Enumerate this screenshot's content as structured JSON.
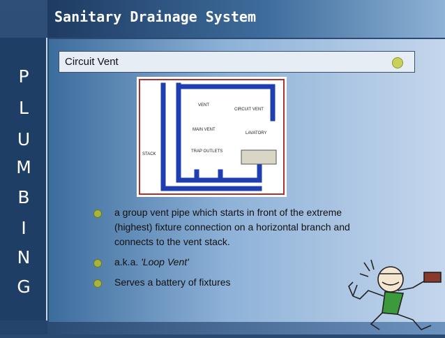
{
  "title": "Sanitary Drainage System",
  "side_letters": [
    "P",
    "L",
    "U",
    "M",
    "B",
    "I",
    "N",
    "G"
  ],
  "section_header": "Circuit Vent",
  "diagram_labels": {
    "vent": "VENT",
    "circuit_vent": "CIRCUIT VENT",
    "main_vent": "MAIN VENT",
    "lavatory": "LAVATORY",
    "stack": "STACK",
    "trap_outlets": "TRAP OUTLETS"
  },
  "bullets": {
    "b1": "a group vent pipe  which starts in front of the extreme (highest) fixture connection on a horizontal branch and connects to the vent stack.",
    "b2_prefix": "a.k.a. ",
    "b2_italic": "'Loop Vent'",
    "b3": "Serves a battery of fixtures"
  }
}
